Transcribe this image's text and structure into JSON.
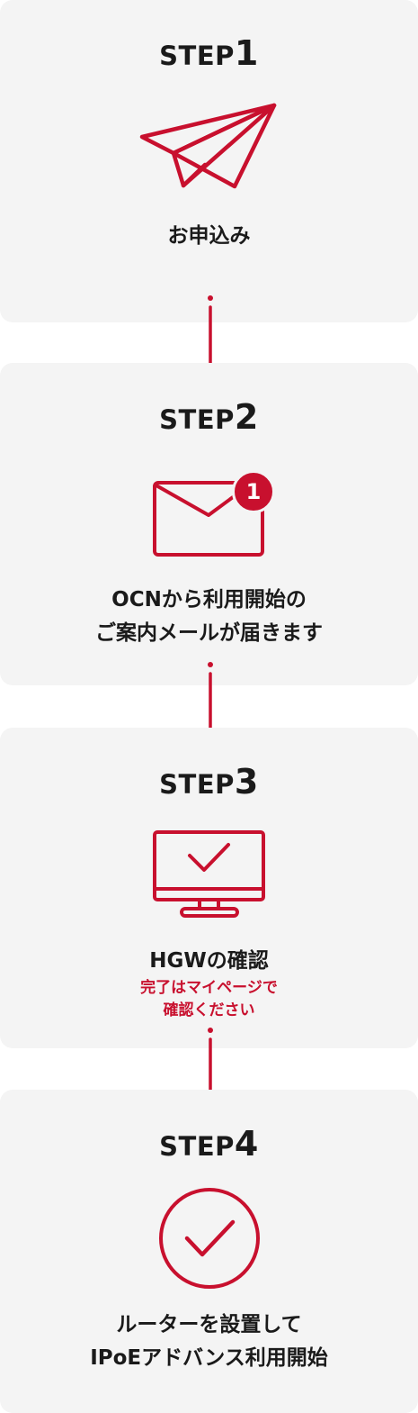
{
  "theme": {
    "accent": "#c8102e",
    "card_bg": "#f4f4f4",
    "text": "#1a1a1a"
  },
  "steps": [
    {
      "step_word": "STEP",
      "step_num": "1",
      "icon": "paper-plane-icon",
      "label_lines": [
        "お申込み"
      ]
    },
    {
      "step_word": "STEP",
      "step_num": "2",
      "icon": "envelope-icon",
      "badge": "1",
      "label_lines": [
        "OCNから利用開始の",
        "ご案内メールが届きます"
      ]
    },
    {
      "step_word": "STEP",
      "step_num": "3",
      "icon": "monitor-check-icon",
      "label_lines": [
        "HGWの確認"
      ],
      "note_lines": [
        "完了はマイページで",
        "確認ください"
      ]
    },
    {
      "step_word": "STEP",
      "step_num": "4",
      "icon": "circle-check-icon",
      "label_lines": [
        "ルーターを設置して",
        "IPoEアドバンス利用開始"
      ]
    }
  ]
}
